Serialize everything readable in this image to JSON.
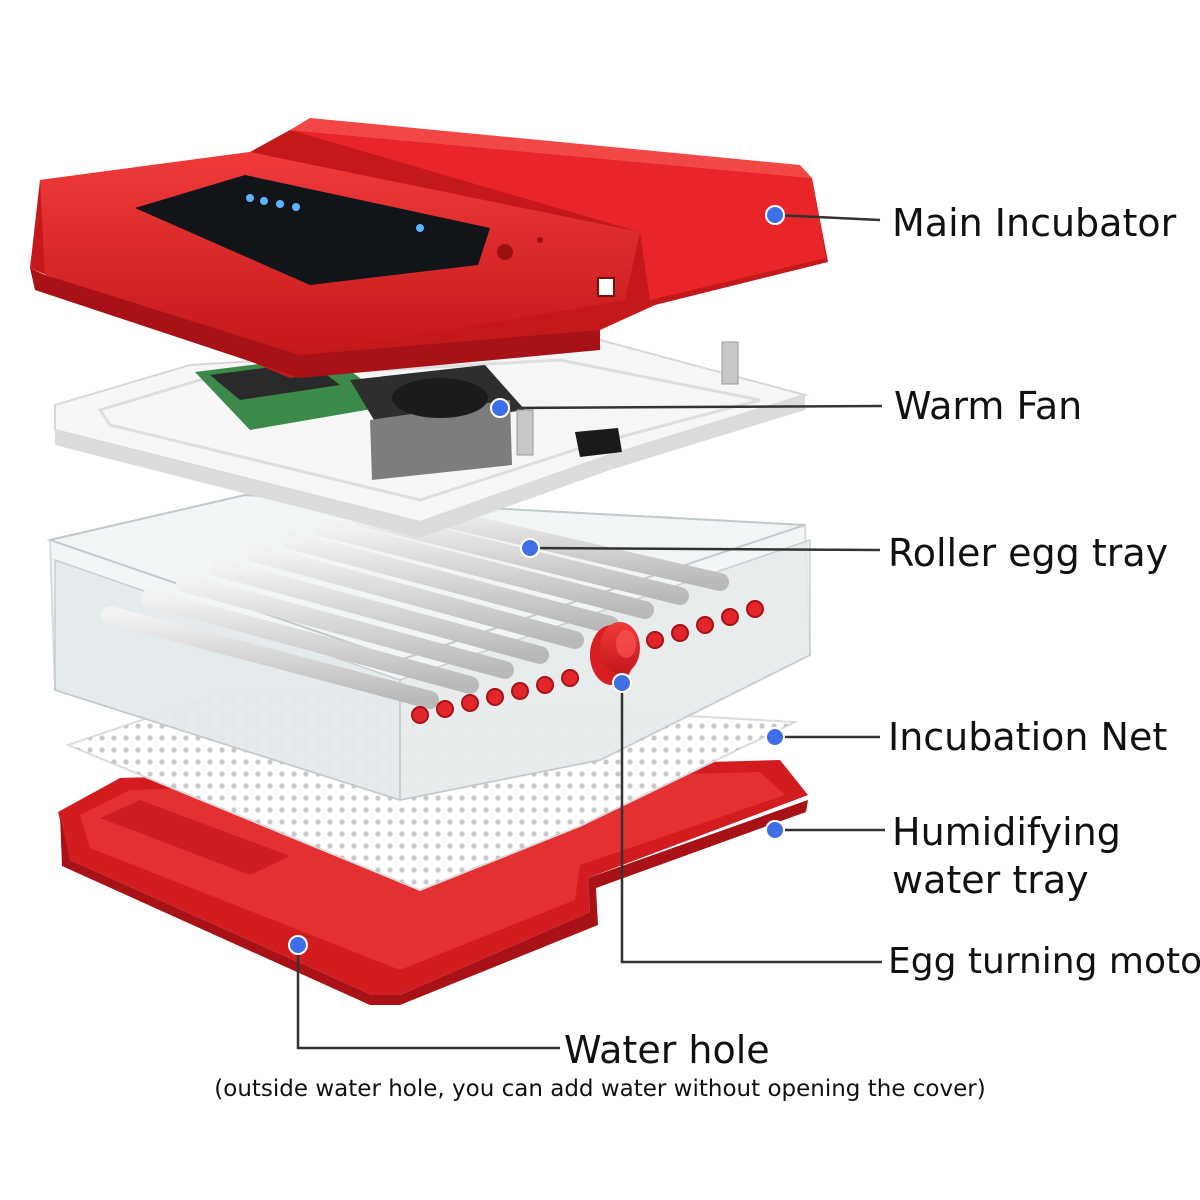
{
  "callouts": {
    "main_incubator": "Main Incubator",
    "warm_fan": "Warm Fan",
    "roller_egg_tray": "Roller egg tray",
    "incubation_net": "Incubation Net",
    "humidifying_line1": "Humidifying",
    "humidifying_line2": "water tray",
    "egg_turning_motor": "Egg turning motor",
    "water_hole": "Water hole",
    "water_hole_note": "(outside water hole, you can add water without opening the cover)"
  },
  "colors": {
    "body_red": "#e8262a",
    "dark_red": "#b81518",
    "leader_line": "#333333",
    "marker_dot": "#3f6fe6"
  },
  "icons": {
    "marker": "blue-dot"
  }
}
